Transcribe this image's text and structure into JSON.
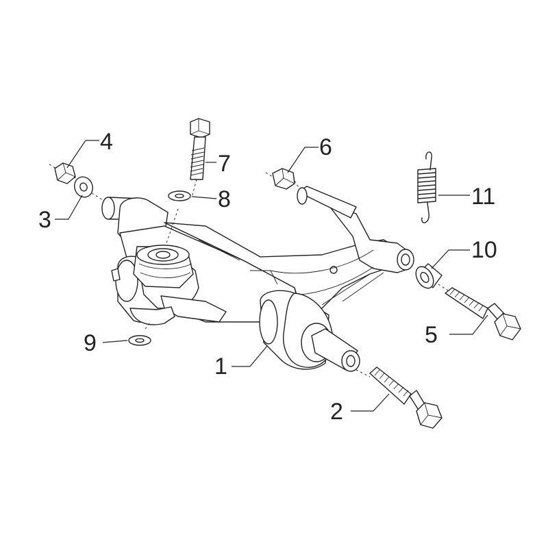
{
  "diagram": {
    "callouts": [
      {
        "id": "c1",
        "label": "1"
      },
      {
        "id": "c2",
        "label": "2"
      },
      {
        "id": "c3",
        "label": "3"
      },
      {
        "id": "c4",
        "label": "4"
      },
      {
        "id": "c5",
        "label": "5"
      },
      {
        "id": "c6",
        "label": "6"
      },
      {
        "id": "c7",
        "label": "7"
      },
      {
        "id": "c8",
        "label": "8"
      },
      {
        "id": "c9",
        "label": "9"
      },
      {
        "id": "c10",
        "label": "10"
      },
      {
        "id": "c11",
        "label": "11"
      }
    ],
    "line_color": "#222222",
    "background": "#ffffff"
  }
}
